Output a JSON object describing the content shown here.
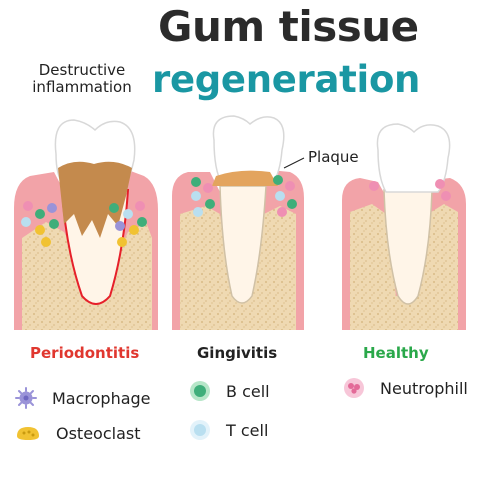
{
  "title": {
    "line1": "Gum tissue",
    "line2": "regeneration"
  },
  "annotations": {
    "destructive": [
      "Destructive",
      "inflammation"
    ],
    "plaque": "Plaque"
  },
  "stages": [
    {
      "label": "Periodontitis",
      "color": "#e0372f"
    },
    {
      "label": "Gingivitis",
      "color": "#222222"
    },
    {
      "label": "Healthy",
      "color": "#2aa84a"
    }
  ],
  "legend": [
    {
      "label": "Macrophage",
      "icon": "macrophage-icon",
      "color": "#9a93d8"
    },
    {
      "label": "Osteoclast",
      "icon": "osteoclast-icon",
      "color": "#f1c232"
    },
    {
      "label": "B cell",
      "icon": "b-cell-icon",
      "color": "#3fae7a"
    },
    {
      "label": "T cell",
      "icon": "t-cell-icon",
      "color": "#b9dff0"
    },
    {
      "label": "Neutrophill",
      "icon": "neutrophil-icon",
      "color": "#ef8fb3"
    }
  ]
}
